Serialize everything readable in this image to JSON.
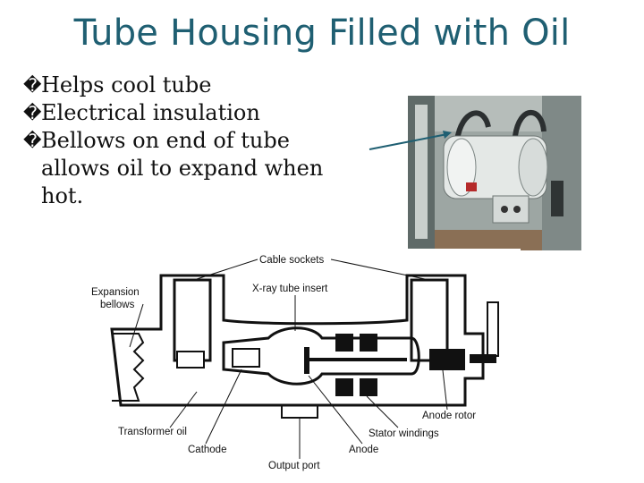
{
  "slide": {
    "title": "Tube Housing Filled with Oil",
    "bullet_marker": "�",
    "bullets": [
      "Helps cool tube",
      "Electrical insulation",
      "Bellows on end of tube allows oil to expand when hot."
    ]
  },
  "diagram": {
    "labels": {
      "cable_sockets": "Cable sockets",
      "expansion_bellows_1": "Expansion",
      "expansion_bellows_2": "bellows",
      "xray_tube_insert": "X-ray tube insert",
      "anode_rotor": "Anode rotor",
      "transformer_oil": "Transformer oil",
      "stator_windings": "Stator windings",
      "cathode": "Cathode",
      "anode": "Anode",
      "output_port": "Output port"
    }
  },
  "colors": {
    "title": "#1f5f72",
    "arrow": "#1f5f72"
  }
}
